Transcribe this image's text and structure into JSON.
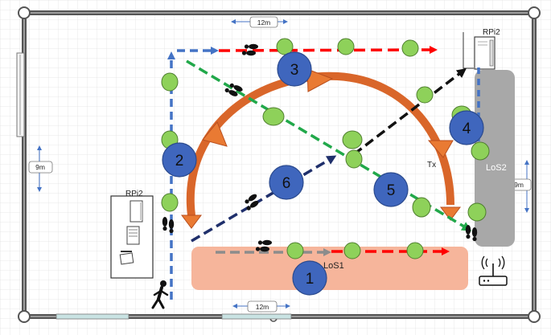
{
  "dimensions": {
    "top": "12m",
    "bottom": "12m",
    "left": "9m",
    "right": "9m"
  },
  "devices": {
    "rpi_top_right": "RPi2",
    "rpi_left": "RPi2",
    "transmitter": "Tx"
  },
  "zones": {
    "los1": "LoS1",
    "los2": "LoS2"
  },
  "paths": [
    {
      "number": "1"
    },
    {
      "number": "2"
    },
    {
      "number": "3"
    },
    {
      "number": "4"
    },
    {
      "number": "5"
    },
    {
      "number": "6"
    }
  ],
  "colors": {
    "node_blue": "#3f66bd",
    "person_green": "#8ed15a",
    "los1_fill": "#f6b59b",
    "los2_fill": "#a8a8a8",
    "arc_orange": "#d9662a",
    "dash_blue": "#4473c5",
    "dash_red": "#ff0000",
    "dash_green": "#21a84a",
    "dash_black": "#111111",
    "dash_navy": "#1f2f6b",
    "dash_gray": "#8c8c8c"
  },
  "icons": [
    "walking-person-icon",
    "footprint-icon",
    "router-icon",
    "raspberry-pi-icon"
  ]
}
